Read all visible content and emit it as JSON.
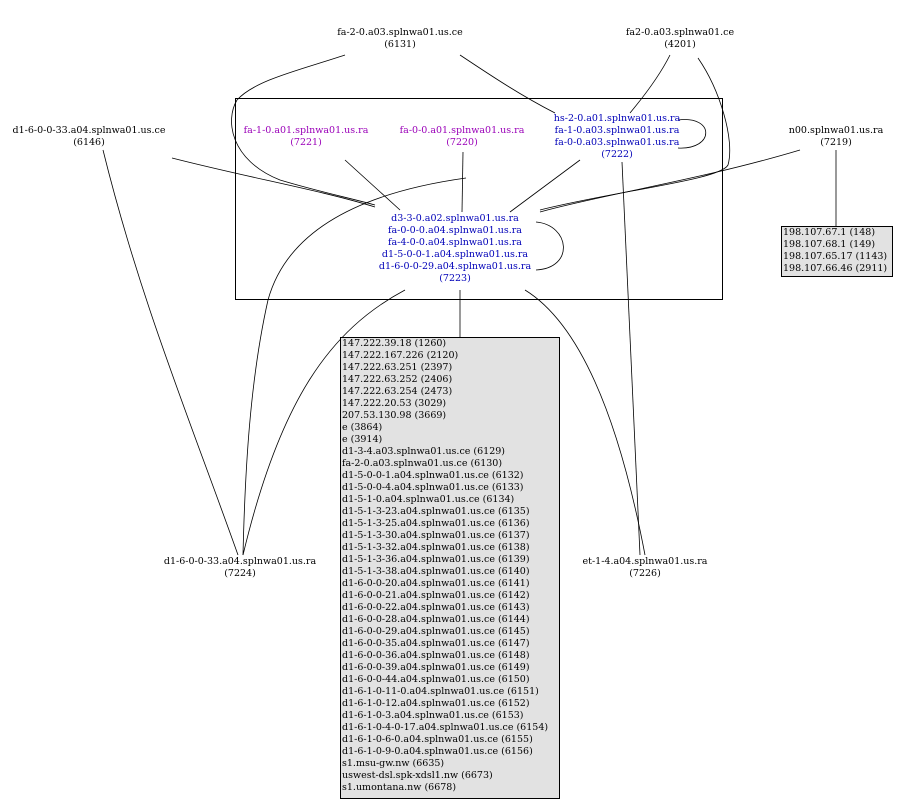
{
  "nodes": {
    "fa_2_0_a03": {
      "name": "fa-2-0.a03.splnwa01.us.ce",
      "id": "(6131)"
    },
    "fa2_0_a03": {
      "name": "fa2-0.a03.splnwa01.ce",
      "id": "(4201)"
    },
    "d1_6_0_0_33_a04_ce": {
      "name": "d1-6-0-0-33.a04.splnwa01.us.ce",
      "id": "(6146)"
    },
    "n00": {
      "name": "n00.splnwa01.us.ra",
      "id": "(7219)"
    },
    "fa_1_0_a01": {
      "name": "fa-1-0.a01.splnwa01.us.ra",
      "id": "(7221)"
    },
    "fa_0_0_a01": {
      "name": "fa-0-0.a01.splnwa01.us.ra",
      "id": "(7220)"
    },
    "group_7222": {
      "lines": [
        "hs-2-0.a01.splnwa01.us.ra",
        "fa-1-0.a03.splnwa01.us.ra",
        "fa-0-0.a03.splnwa01.us.ra"
      ],
      "id": "(7222)"
    },
    "group_7223": {
      "lines": [
        "d3-3-0.a02.splnwa01.us.ra",
        "fa-0-0-0.a04.splnwa01.us.ra",
        "fa-4-0-0.a04.splnwa01.us.ra",
        "d1-5-0-0-1.a04.splnwa01.us.ra",
        "d1-6-0-0-29.a04.splnwa01.us.ra"
      ],
      "id": "(7223)"
    },
    "d1_6_0_0_33_a04_ra": {
      "name": "d1-6-0-0-33.a04.splnwa01.us.ra",
      "id": "(7224)"
    },
    "et_1_4_a04": {
      "name": "et-1-4.a04.splnwa01.us.ra",
      "id": "(7226)"
    }
  },
  "n00_list": [
    "198.107.67.1 (148)",
    "198.107.68.1 (149)",
    "198.107.65.17 (1143)",
    "198.107.66.46 (2911)"
  ],
  "big_list": [
    "147.222.39.18 (1260)",
    "147.222.167.226 (2120)",
    "147.222.63.251 (2397)",
    "147.222.63.252 (2406)",
    "147.222.63.254 (2473)",
    "147.222.20.53 (3029)",
    "207.53.130.98 (3669)",
    "e (3864)",
    "e (3914)",
    "d1-3-4.a03.splnwa01.us.ce (6129)",
    "fa-2-0.a03.splnwa01.us.ce (6130)",
    "d1-5-0-0-1.a04.splnwa01.us.ce (6132)",
    "d1-5-0-0-4.a04.splnwa01.us.ce (6133)",
    "d1-5-1-0.a04.splnwa01.us.ce (6134)",
    "d1-5-1-3-23.a04.splnwa01.us.ce (6135)",
    "d1-5-1-3-25.a04.splnwa01.us.ce (6136)",
    "d1-5-1-3-30.a04.splnwa01.us.ce (6137)",
    "d1-5-1-3-32.a04.splnwa01.us.ce (6138)",
    "d1-5-1-3-36.a04.splnwa01.us.ce (6139)",
    "d1-5-1-3-38.a04.splnwa01.us.ce (6140)",
    "d1-6-0-0-20.a04.splnwa01.us.ce (6141)",
    "d1-6-0-0-21.a04.splnwa01.us.ce (6142)",
    "d1-6-0-0-22.a04.splnwa01.us.ce (6143)",
    "d1-6-0-0-28.a04.splnwa01.us.ce (6144)",
    "d1-6-0-0-29.a04.splnwa01.us.ce (6145)",
    "d1-6-0-0-35.a04.splnwa01.us.ce (6147)",
    "d1-6-0-0-36.a04.splnwa01.us.ce (6148)",
    "d1-6-0-0-39.a04.splnwa01.us.ce (6149)",
    "d1-6-0-0-44.a04.splnwa01.us.ce (6150)",
    "d1-6-1-0-11-0.a04.splnwa01.us.ce (6151)",
    "d1-6-1-0-12.a04.splnwa01.us.ce (6152)",
    "d1-6-1-0-3.a04.splnwa01.us.ce (6153)",
    "d1-6-1-0-4-0-17.a04.splnwa01.us.ce (6154)",
    "d1-6-1-0-6-0.a04.splnwa01.us.ce (6155)",
    "d1-6-1-0-9-0.a04.splnwa01.us.ce (6156)",
    "s1.msu-gw.nw (6635)",
    "uswest-dsl.spk-xdsl1.nw (6673)",
    "s1.umontana.nw (6678)"
  ],
  "colors": {
    "line": "#000000",
    "blue_label": "#0000b8",
    "purple_label": "#9a00b8",
    "list_fill": "#e2e2e2"
  }
}
